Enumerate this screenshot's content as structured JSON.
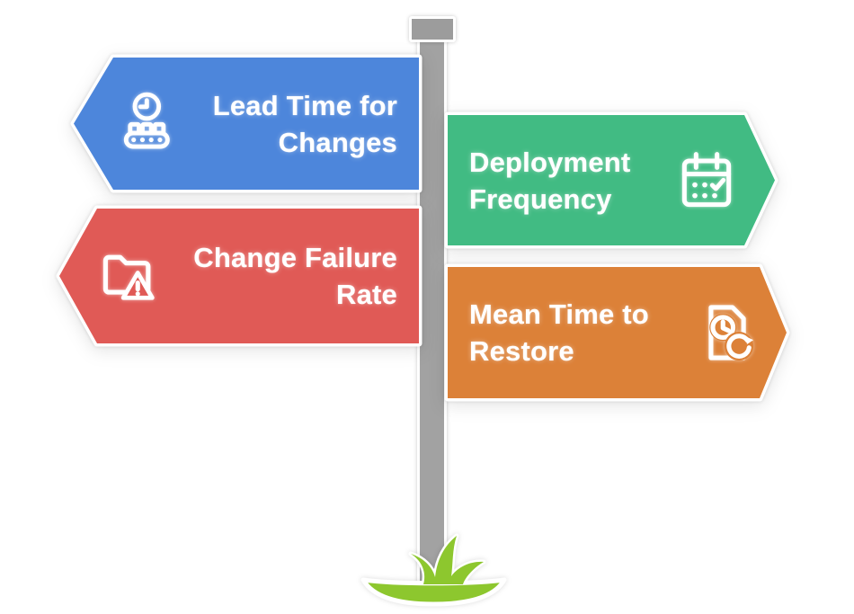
{
  "diagram": {
    "description": "Signpost diagram with four directional metric signs on a gray pole planted in grass"
  },
  "signs": [
    {
      "id": "lead-time-for-changes",
      "label_line1": "Lead Time for",
      "label_line2": "Changes",
      "direction": "left",
      "color": "#4D86DB",
      "icon": "conveyor-clock-icon"
    },
    {
      "id": "deployment-frequency",
      "label_line1": "Deployment",
      "label_line2": "Frequency",
      "direction": "right",
      "color": "#41BB83",
      "icon": "calendar-check-icon"
    },
    {
      "id": "change-failure-rate",
      "label_line1": "Change Failure",
      "label_line2": "Rate",
      "direction": "left",
      "color": "#E05A56",
      "icon": "folder-warning-icon"
    },
    {
      "id": "mean-time-to-restore",
      "label_line1": "Mean Time to",
      "label_line2": "Restore",
      "direction": "right",
      "color": "#DC8138",
      "icon": "document-restore-clock-icon"
    }
  ],
  "pole": {
    "color": "#A2A2A2",
    "cap_color": "#9C9C9C"
  },
  "grass": {
    "color": "#8DC72E"
  },
  "text_color": "#FFFFFF",
  "background_color": "#FFFFFF"
}
